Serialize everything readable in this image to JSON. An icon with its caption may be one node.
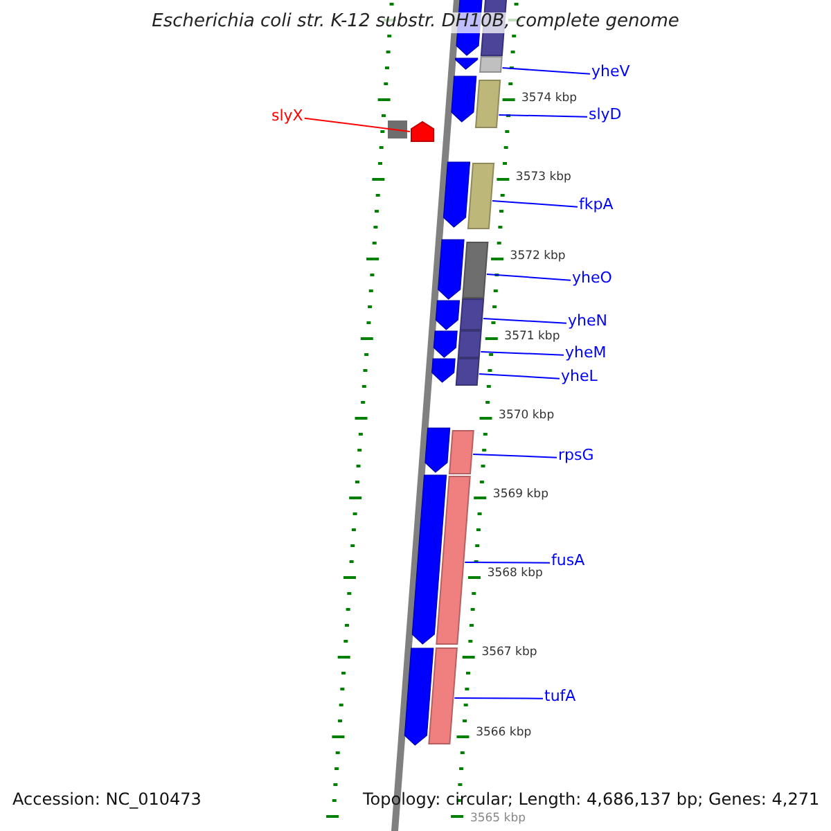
{
  "diagram": {
    "title": "Escherichia coli str. K-12 substr. DH10B, complete genome",
    "nodes": [
      {
        "text": [
          "slyX"
        ]
      },
      {
        "text": [
          "yheV"
        ]
      },
      {
        "text": [
          "slyD"
        ]
      },
      {
        "text": [
          "fkpA"
        ]
      },
      {
        "text": [
          "yheO"
        ]
      },
      {
        "text": [
          "yheN"
        ]
      },
      {
        "text": [
          "yheM"
        ]
      },
      {
        "text": [
          "yheL"
        ]
      },
      {
        "text": [
          "rpsG"
        ]
      },
      {
        "text": [
          "fusA"
        ]
      },
      {
        "text": [
          "tufA"
        ]
      },
      {
        "text": [],
        "shape": "bar"
      },
      {
        "text": [],
        "shape": "bar"
      },
      {
        "text": [],
        "shape": "arrow"
      },
      {
        "text": [],
        "shape": "bar"
      },
      {
        "text": [],
        "shape": "bar"
      },
      {
        "text": [],
        "shape": "bar"
      },
      {
        "text": [],
        "shape": "bar"
      },
      {
        "text": [],
        "shape": "bar"
      },
      {
        "text": [],
        "shape": "bar"
      },
      {
        "text": [],
        "shape": "bar"
      },
      {
        "text": [],
        "shape": "bar"
      }
    ],
    "edges": [
      {
        "from": 0,
        "to": 13,
        "arrow": "none",
        "color": "#ff0000"
      },
      {
        "from": 1,
        "to": 11,
        "arrow": "none"
      },
      {
        "from": 2,
        "to": 12,
        "arrow": "none"
      },
      {
        "from": 3,
        "to": 14,
        "arrow": "none"
      },
      {
        "from": 4,
        "to": 15,
        "arrow": "none"
      },
      {
        "from": 5,
        "to": 16,
        "arrow": "none"
      },
      {
        "from": 6,
        "to": 17,
        "arrow": "none"
      },
      {
        "from": 7,
        "to": 18,
        "arrow": "none"
      },
      {
        "from": 8,
        "to": 19,
        "arrow": "none"
      },
      {
        "from": 9,
        "to": 20,
        "arrow": "none"
      },
      {
        "from": 10,
        "to": 21,
        "arrow": "none"
      }
    ],
    "labels": [
      "3574 kbp",
      "3573 kbp",
      "3572 kbp",
      "3571 kbp",
      "3570 kbp",
      "3569 kbp",
      "3568 kbp",
      "3567 kbp",
      "3566 kbp",
      "3565 kbp",
      "Accession: NC_010473",
      "Topology: circular; Length: 4,686,137 bp; Genes: 4,271"
    ]
  }
}
